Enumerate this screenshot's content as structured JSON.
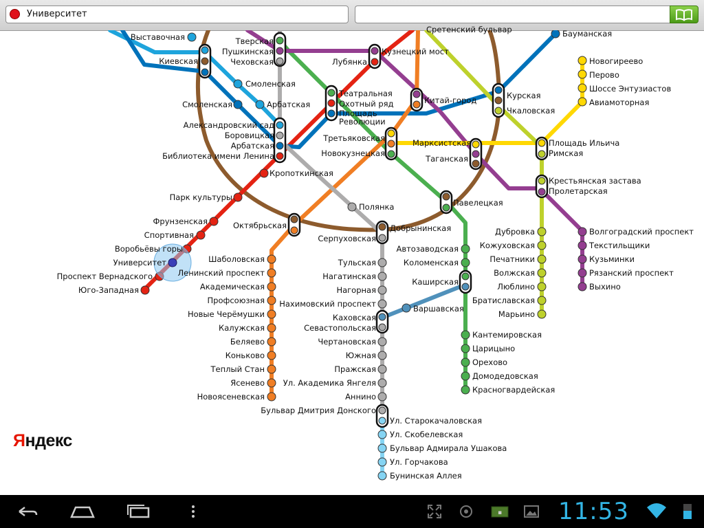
{
  "search": {
    "from_value": "Университет",
    "to_value": "",
    "to_placeholder": ""
  },
  "colors": {
    "sokolnicheskaya": "#e42313",
    "zamoskvoretskaya": "#4baf4f",
    "arbatskaya": "#0072ba",
    "filevskaya": "#1ea4dc",
    "koltsevaya": "#8d5b2d",
    "kaluzhsko_rizhskaya": "#f07e24",
    "tagansko_krasnopresnenskaya": "#943e90",
    "kalininskaya": "#ffd803",
    "serpukhovsko_timiryazevskaya": "#adacac",
    "lyublinskaya": "#bed12c",
    "kakhovskaya": "#5091bb",
    "butovskaya": "#85d4f3"
  },
  "stations": {
    "vystavochnaya": "Выставочная",
    "kievskaya": "Киевская",
    "smolenskaya_fil": "Смоленская",
    "smolenskaya_arb": "Смоленская",
    "arbatskaya_fil": "Арбатская",
    "aleksandrovsky_sad": "Александровский сад",
    "borovitskaya": "Боровицкая",
    "arbatskaya_arb": "Арбатская",
    "biblioteka_lenina": "Библиотека имени Ленина",
    "tverskaya": "Тверская",
    "pushkinskaya": "Пушкинская",
    "chekhovskaya": "Чеховская",
    "kuznetsky_most": "Кузнецкий мост",
    "lubyanka": "Лубянка",
    "teatralnaya": "Театральная",
    "okhotny_ryad": "Охотный ряд",
    "ploshchad_revolyutsii": "Площадь Революции",
    "sretensky_bulvar": "Сретенский бульвар",
    "kitay_gorod": "Китай-город",
    "baumanskaya": "Бауманская",
    "kurskaya": "Курская",
    "chkalovskaya": "Чкаловская",
    "novogireevo": "Новогиреево",
    "perovo": "Перово",
    "shosse_entuziastov": "Шоссе Энтузиастов",
    "aviamotornaya": "Авиамоторная",
    "tretyakovskaya": "Третьяковская",
    "novokuznetskaya": "Новокузнецкая",
    "marksistskaya": "Марксистская",
    "taganskaya": "Таганская",
    "ploshchad_ilicha": "Площадь Ильича",
    "rimskaya": "Римская",
    "krestyanskaya_zastava": "Крестьянская застава",
    "proletarskaya": "Пролетарская",
    "kropotkinskaya": "Кропоткинская",
    "park_kultury": "Парк культуры",
    "polyanka": "Полянка",
    "paveletskaya": "Павелецкая",
    "frunzenskaya": "Фрунзенская",
    "sportivnaya": "Спортивная",
    "oktyabrskaya": "Октябрьская",
    "dobryninskaya": "Добрынинская",
    "serpukhovskaya": "Серпуховская",
    "vorobyovy_gory": "Воробьёвы горы",
    "universitet": "Университет",
    "prospekt_vernadskogo": "Проспект Вернадского",
    "yugo_zapadnaya": "Юго-Западная",
    "shabolovskaya": "Шаболовская",
    "leninsky_prospekt": "Ленинский проспект",
    "akademicheskaya": "Академическая",
    "profsoyuznaya": "Профсоюзная",
    "novye_cheryomushki": "Новые Черёмушки",
    "kaluzhskaya": "Калужская",
    "belyaevo": "Беляево",
    "konkovo": "Коньково",
    "tyoply_stan": "Теплый Стан",
    "yasenevo": "Ясенево",
    "novoyasenevskaya": "Новоясеневская",
    "tulskaya": "Тульская",
    "nagatinskaya": "Нагатинская",
    "nagornaya": "Нагорная",
    "nakhimovsky_prospekt": "Нахимовский проспект",
    "kakhovskaya": "Каховская",
    "sevastopolskaya": "Севастопольская",
    "chertanovskaya": "Чертановская",
    "yuzhnaya": "Южная",
    "prazhskaya": "Пражская",
    "ul_akademika_yangelya": "Ул. Академика Янгеля",
    "annino": "Аннино",
    "bulvar_dmitriya_donskogo": "Бульвар Дмитрия Донского",
    "ul_starokachalovskaya": "Ул. Старокачаловская",
    "ul_skobelevskaya": "Ул. Скобелевская",
    "bulvar_admirala_ushakova": "Бульвар Адмирала Ушакова",
    "ul_gorchakova": "Ул. Горчакова",
    "buninskaya_alleya": "Бунинская Аллея",
    "avtozavodskaya": "Автозаводская",
    "kolomenskaya": "Коломенская",
    "kashirskaya": "Каширская",
    "varshavskaya": "Варшавская",
    "kantemirovskaya": "Кантемировская",
    "tsaritsyno": "Царицыно",
    "orekhovo": "Орехово",
    "domodedovskaya": "Домодедовская",
    "krasnogvardeyskaya": "Красногвардейская",
    "dubrovka": "Дубровка",
    "kozhukhovskaya": "Кожуховская",
    "pechatniki": "Печатники",
    "volzhskaya": "Волжская",
    "lyublino": "Люблино",
    "bratislavskaya": "Братиславская",
    "maryino": "Марьино",
    "volgogradsky_prospekt": "Волгоградский проспект",
    "tekstilshchiki": "Текстильщики",
    "kuzminki": "Кузьминки",
    "ryazansky_prospekt": "Рязанский проспект",
    "vykhino": "Выхино"
  },
  "logo": {
    "first_letter": "Я",
    "rest": "ндекс"
  },
  "status_bar": {
    "time": "11:53"
  },
  "icons": {
    "book": "book-icon",
    "back": "back-icon",
    "home": "home-icon",
    "recents": "recents-icon",
    "menu": "menu-icon",
    "fullscreen": "fullscreen-icon",
    "location": "location-icon",
    "battery_widget": "battery-icon",
    "gallery": "gallery-icon",
    "wifi": "wifi-icon"
  }
}
